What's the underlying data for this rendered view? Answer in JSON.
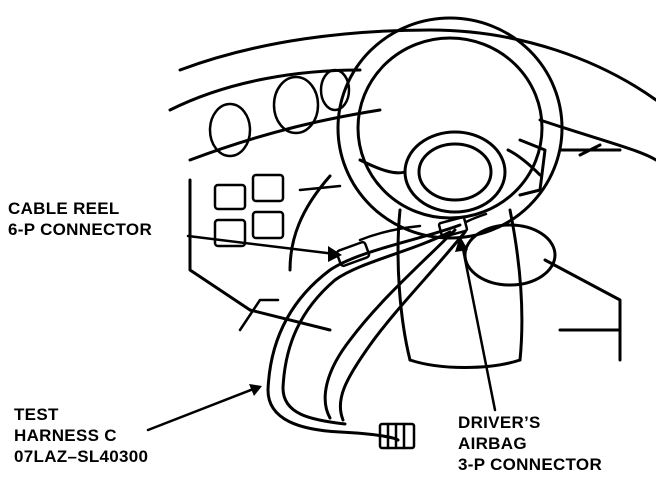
{
  "labels": {
    "cable_reel": [
      "CABLE REEL",
      "6-P CONNECTOR"
    ],
    "test_harness": [
      "TEST",
      "HARNESS C",
      "07LAZ–SL40300"
    ],
    "driver_airbag": [
      "DRIVER’S",
      "AIRBAG",
      "3-P CONNECTOR"
    ]
  }
}
